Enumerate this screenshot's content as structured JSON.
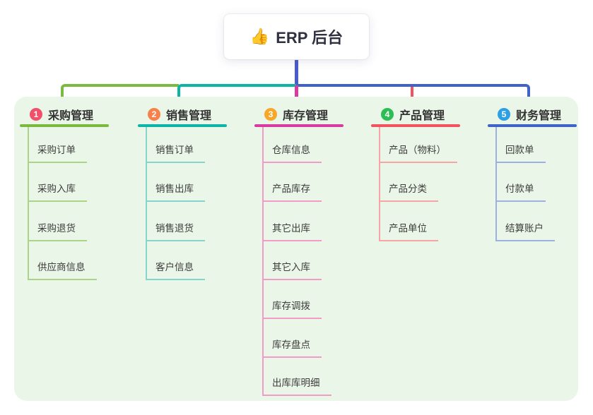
{
  "root": {
    "icon": "👍",
    "label": "ERP 后台"
  },
  "branches": [
    {
      "badge": "1",
      "title": "采购管理",
      "children": [
        "采购订单",
        "采购入库",
        "采购退货",
        "供应商信息"
      ]
    },
    {
      "badge": "2",
      "title": "销售管理",
      "children": [
        "销售订单",
        "销售出库",
        "销售退货",
        "客户信息"
      ]
    },
    {
      "badge": "3",
      "title": "库存管理",
      "children": [
        "仓库信息",
        "产品库存",
        "其它出库",
        "其它入库",
        "库存调拨",
        "库存盘点",
        "出库库明细"
      ]
    },
    {
      "badge": "4",
      "title": "产品管理",
      "children": [
        "产品（物料）",
        "产品分类",
        "产品单位"
      ]
    },
    {
      "badge": "5",
      "title": "财务管理",
      "children": [
        "回款单",
        "付款单",
        "结算账户"
      ]
    }
  ],
  "colors": {
    "root_line": "#4a5ccd",
    "panel_bg": "#eaf6e7",
    "b1_strong": "#7cb93f",
    "b1_light": "#abd489",
    "b1_badge": "#f0506a",
    "b2_strong": "#0db5a9",
    "b2_light": "#86d5cd",
    "b2_badge": "#f8814a",
    "b3_strong": "#d83ba2",
    "b3_light": "#f19bc9",
    "b3_badge": "#f7a82b",
    "b4_strong": "#f2535e",
    "b4_light": "#f8a4a7",
    "b4_badge": "#2cbd55",
    "b5_strong": "#3f63c9",
    "b5_light": "#9cb1e2",
    "b5_badge": "#2d9fe3"
  }
}
